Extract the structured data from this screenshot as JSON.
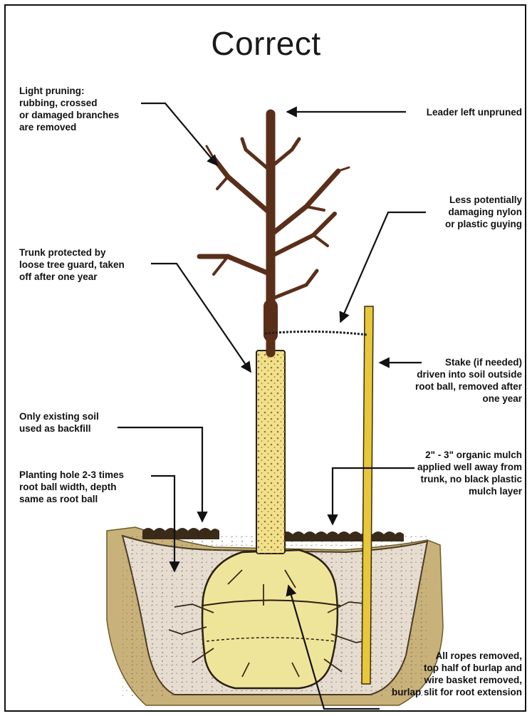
{
  "title": "Correct",
  "labels": {
    "light_pruning": [
      "Light pruning:",
      "rubbing, crossed",
      "or damaged branches",
      "are removed"
    ],
    "leader": [
      "Leader left unpruned"
    ],
    "guying": [
      "Less potentially",
      "damaging nylon",
      "or plastic guying"
    ],
    "trunk_guard": [
      "Trunk protected by",
      "loose tree guard, taken",
      "off after one year"
    ],
    "stake": [
      "Stake (if needed)",
      "driven into soil outside",
      "root ball, removed after",
      "one year"
    ],
    "backfill": [
      "Only existing soil",
      "used as backfill"
    ],
    "mulch": [
      "2\" - 3\" organic mulch",
      "applied well away from",
      "trunk, no black plastic",
      "mulch layer"
    ],
    "hole": [
      "Planting hole 2-3 times",
      "root ball width, depth",
      "same as root ball"
    ],
    "ropes": [
      "All ropes removed,",
      "top half of burlap and",
      "wire basket removed,",
      "burlap slit for root extension"
    ]
  },
  "colors": {
    "bark": "#5a2f1a",
    "guard": "#f2e08a",
    "stake": "#e8c73a",
    "soil": "#c9b27a",
    "backfill": "#e6ddd0",
    "rootball": "#efe59a"
  }
}
